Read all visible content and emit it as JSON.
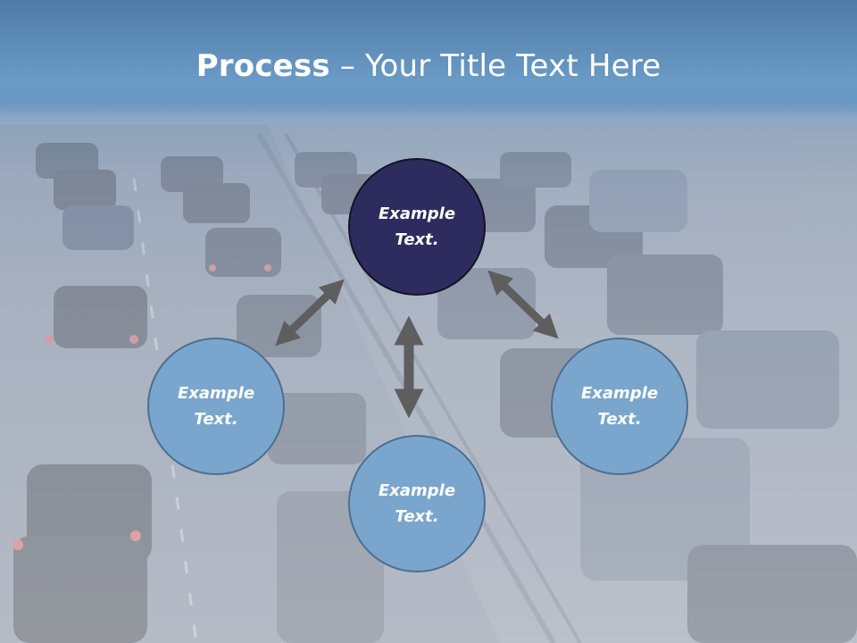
{
  "slide": {
    "title_bold": "Process",
    "title_rest": " – Your Title Text Here"
  },
  "nodes": [
    {
      "line1": "Example",
      "line2": "Text."
    },
    {
      "line1": "Example",
      "line2": "Text."
    },
    {
      "line1": "Example",
      "line2": "Text."
    },
    {
      "line1": "Example",
      "line2": "Text."
    }
  ],
  "colors": {
    "header": "#5a8ab5",
    "center_node": "#2e2c5f",
    "outer_node": "#7aa6cd",
    "arrow": "#5e5e5e"
  }
}
